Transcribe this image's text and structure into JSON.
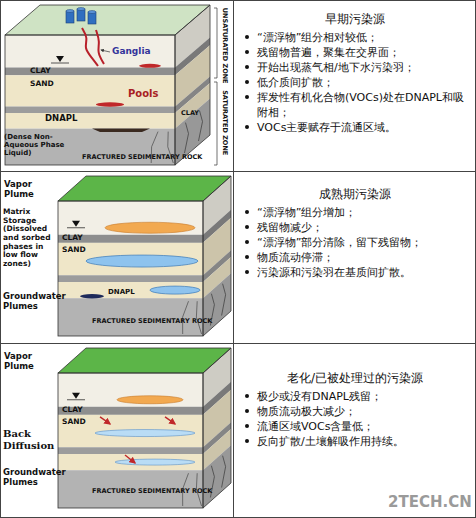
{
  "diagram": {
    "nodes": [
      {
        "text": [
          "早期污染源",
          "“漂浮物”组分相对较低；",
          "残留物普遍，聚集在交界面；",
          "开始出现蒸气相/地下水污染羽；",
          "低介质间扩散；",
          "挥发性有机化合物(VOCs)处在DNAPL和吸附相；",
          "VOCs主要赋存于流通区域。"
        ]
      },
      {
        "text": [
          "成熟期污染源",
          "“漂浮物”组分增加；",
          "残留物减少；",
          "“漂浮物”部分清除，留下残留物；",
          "物质流动停滞；",
          "污染源和污染羽在基质间扩散。"
        ]
      },
      {
        "text": [
          "老化/已被处理过的污染源",
          "极少或没有DNAPL残留；",
          "物质流动极大减少；",
          "流通区域VOCs含量低；",
          "反向扩散/土壤解吸作用持续。"
        ]
      }
    ],
    "labels": [
      "Ganglia",
      "CLAY",
      "SAND",
      "Pools",
      "DNAPL",
      "(Dense Non-Aqueous Phase Liquid)",
      "UNSATURATED ZONE",
      "SATURATED ZONE",
      "CLAY",
      "FRACTURED SEDIMENTARY ROCK",
      "Vapor Plume",
      "CLAY",
      "SAND",
      "Matrix Storage (Dissolved and sorbed phases in low flow zones)",
      "DNAPL",
      "Groundwater Plumes",
      "FRACTURED SEDIMENTARY ROCK",
      "Vapor Plume",
      "CLAY",
      "SAND",
      "Back Diffusion",
      "Groundwater Plumes",
      "FRACTURED SEDIMENTARY ROCK",
      "2TECH.CN"
    ]
  }
}
